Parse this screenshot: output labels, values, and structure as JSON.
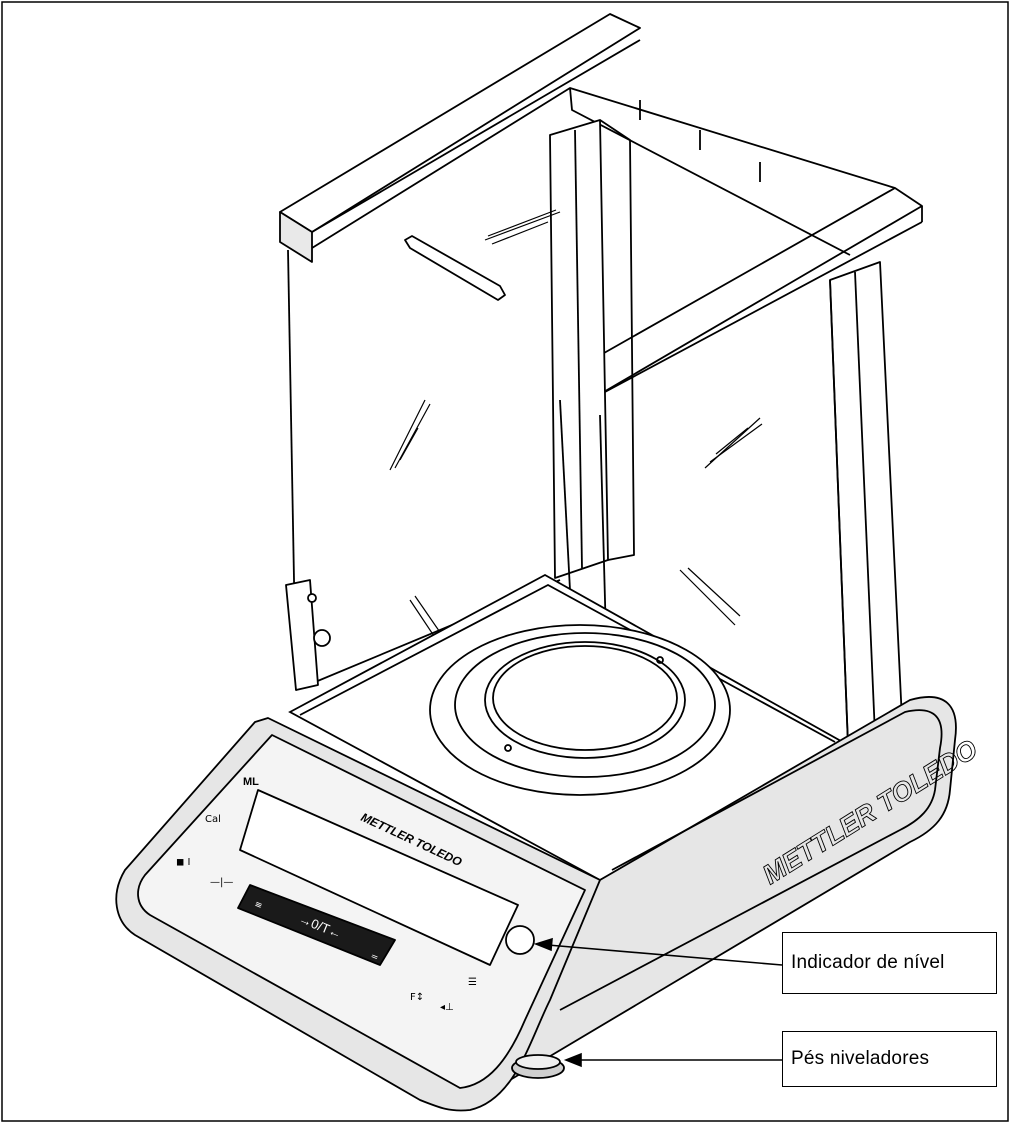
{
  "brand": {
    "display_brand": "METTLER TOLEDO",
    "side_brand": "METTLER TOLEDO",
    "model": "ML",
    "key_label": "→0/T←"
  },
  "callouts": [
    {
      "id": "level",
      "label": "Indicador de nível"
    },
    {
      "id": "feet",
      "label": "Pés niveladores"
    }
  ],
  "colors": {
    "line": "#000000",
    "background": "#ffffff",
    "housing": "#e6e6e6",
    "keypad": "#1a1a1a"
  }
}
